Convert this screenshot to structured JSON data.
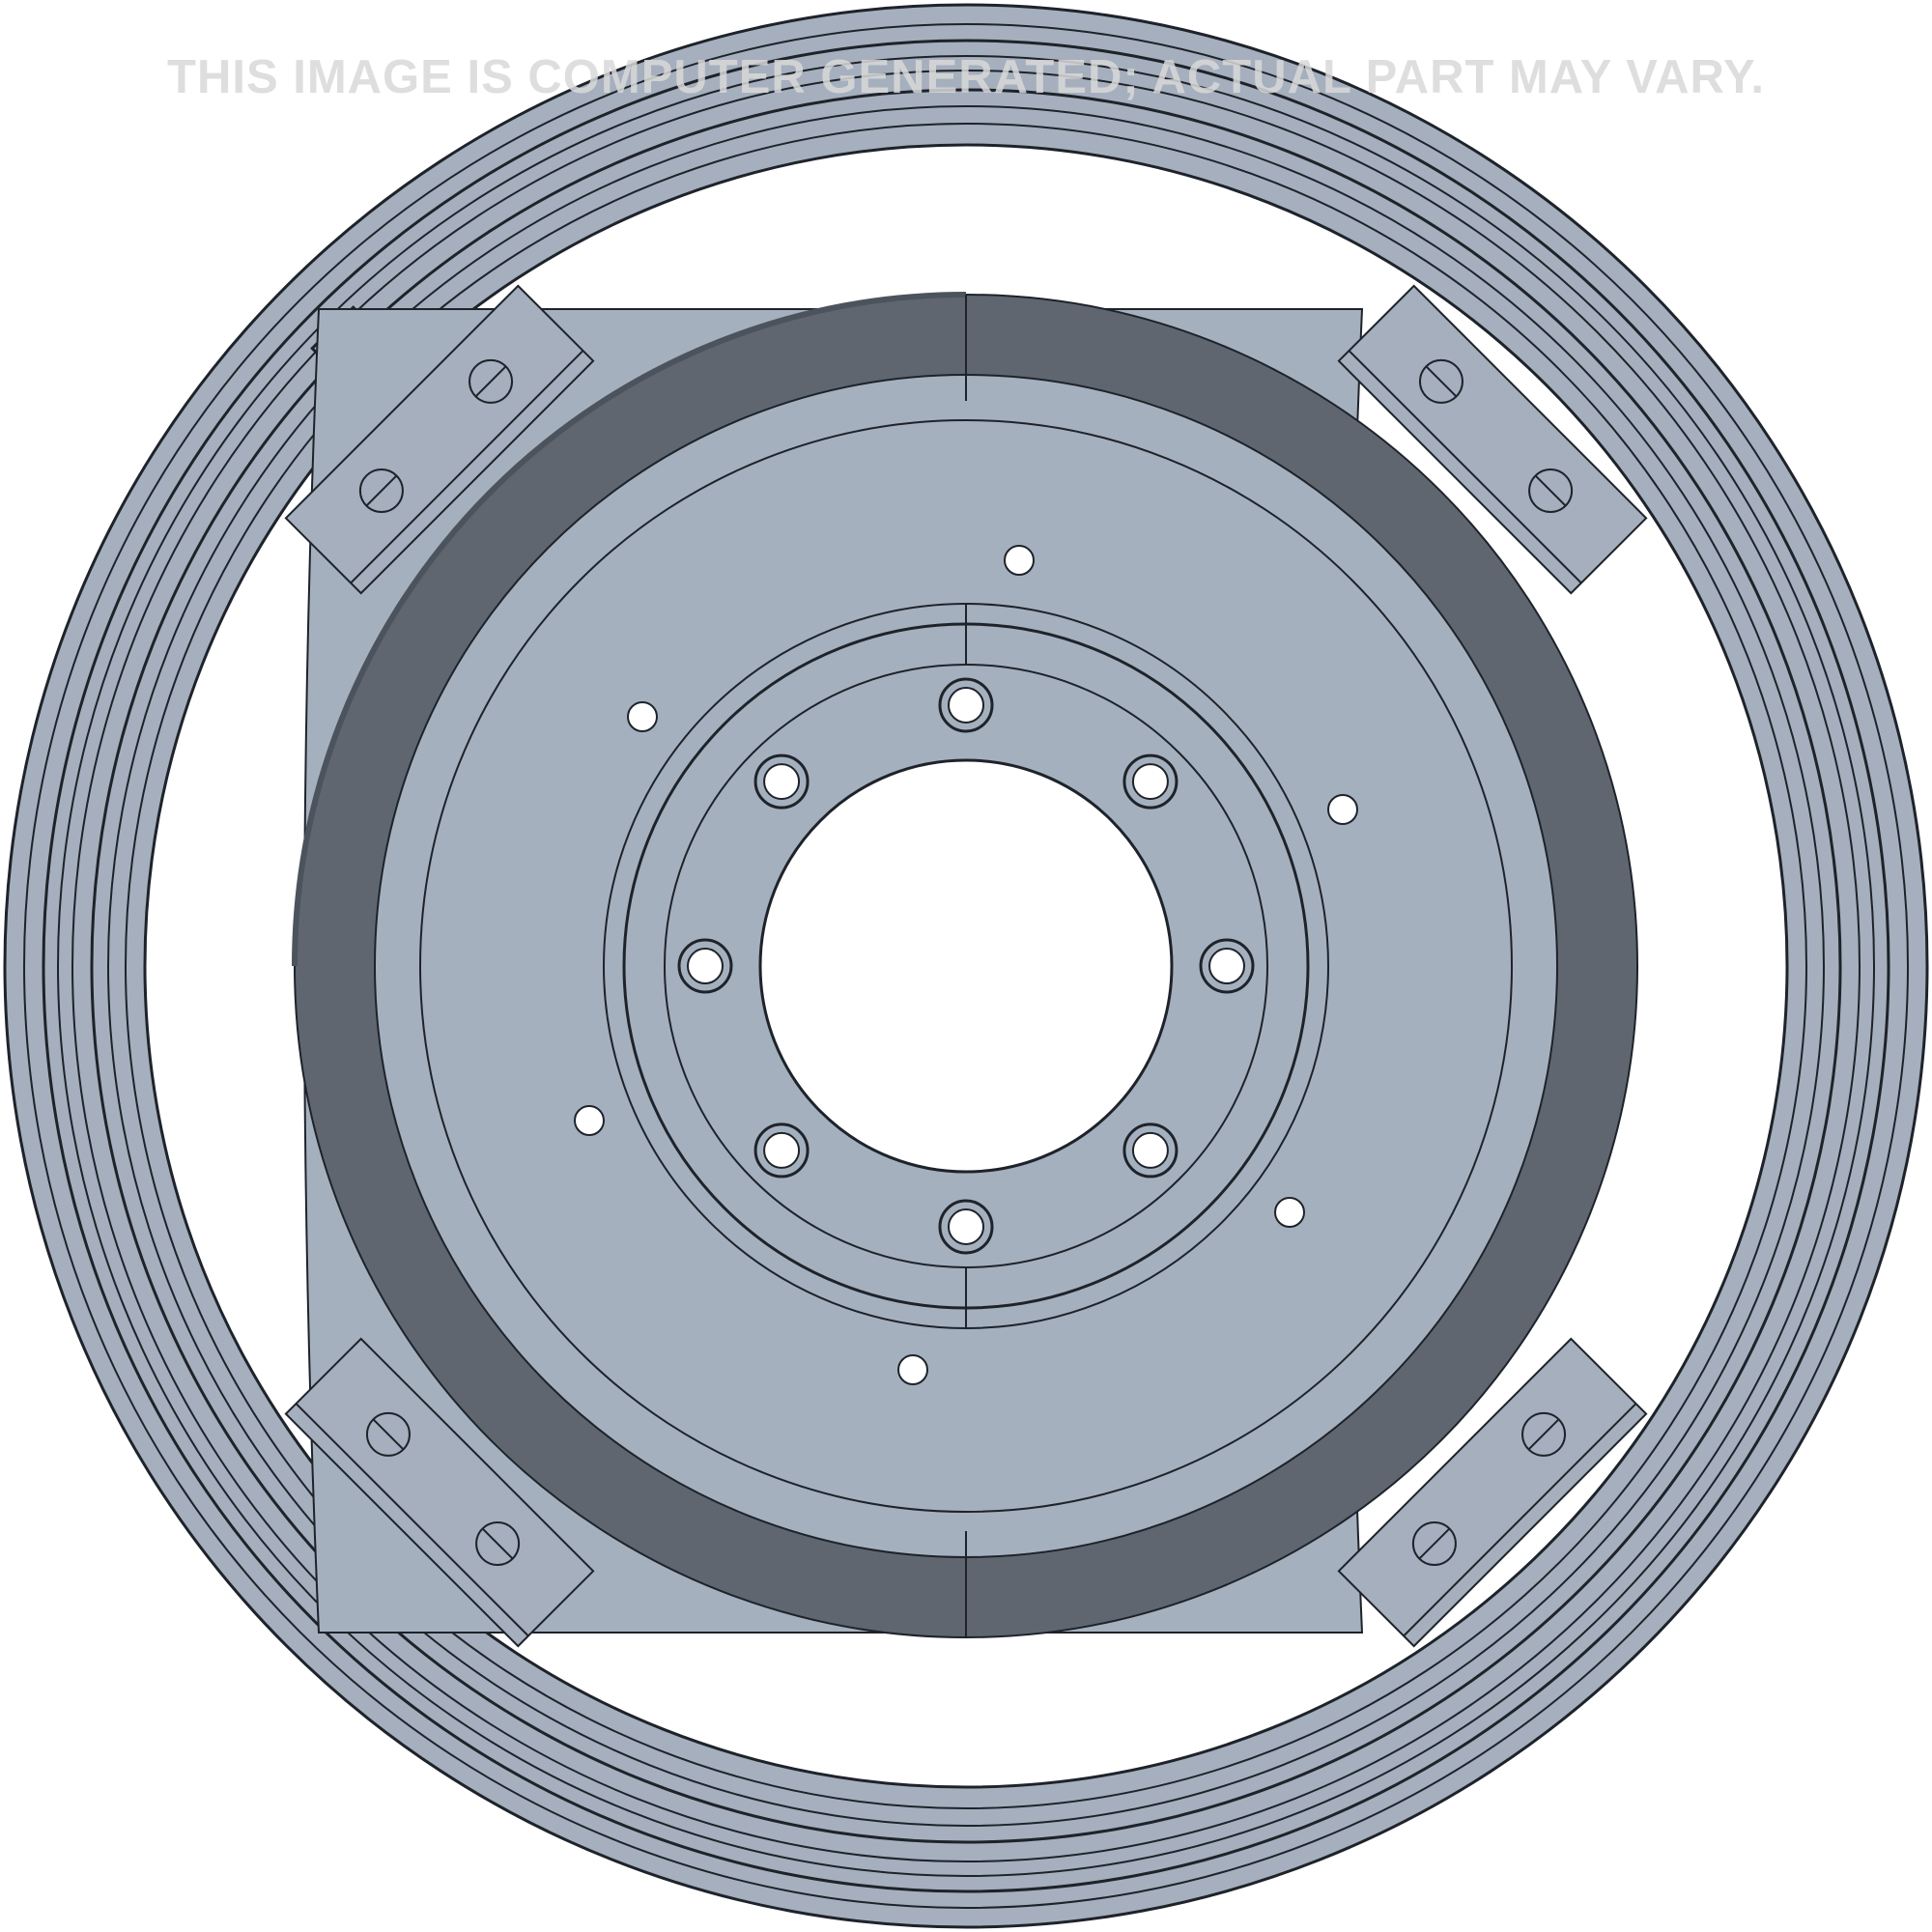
{
  "watermark": {
    "text": "THIS IMAGE IS COMPUTER GENERATED; ACTUAL PART MAY VARY."
  },
  "part": {
    "lug_bolt_holes": 8,
    "small_holes": 6,
    "bracket_pads": 4,
    "colors": {
      "rim": "#a5afbe",
      "center_disc": "#a5b0bf",
      "dark_band": "#5f6670",
      "outline": "#1e232a",
      "background": "#ffffff",
      "watermark": "#d9d9d9"
    }
  }
}
